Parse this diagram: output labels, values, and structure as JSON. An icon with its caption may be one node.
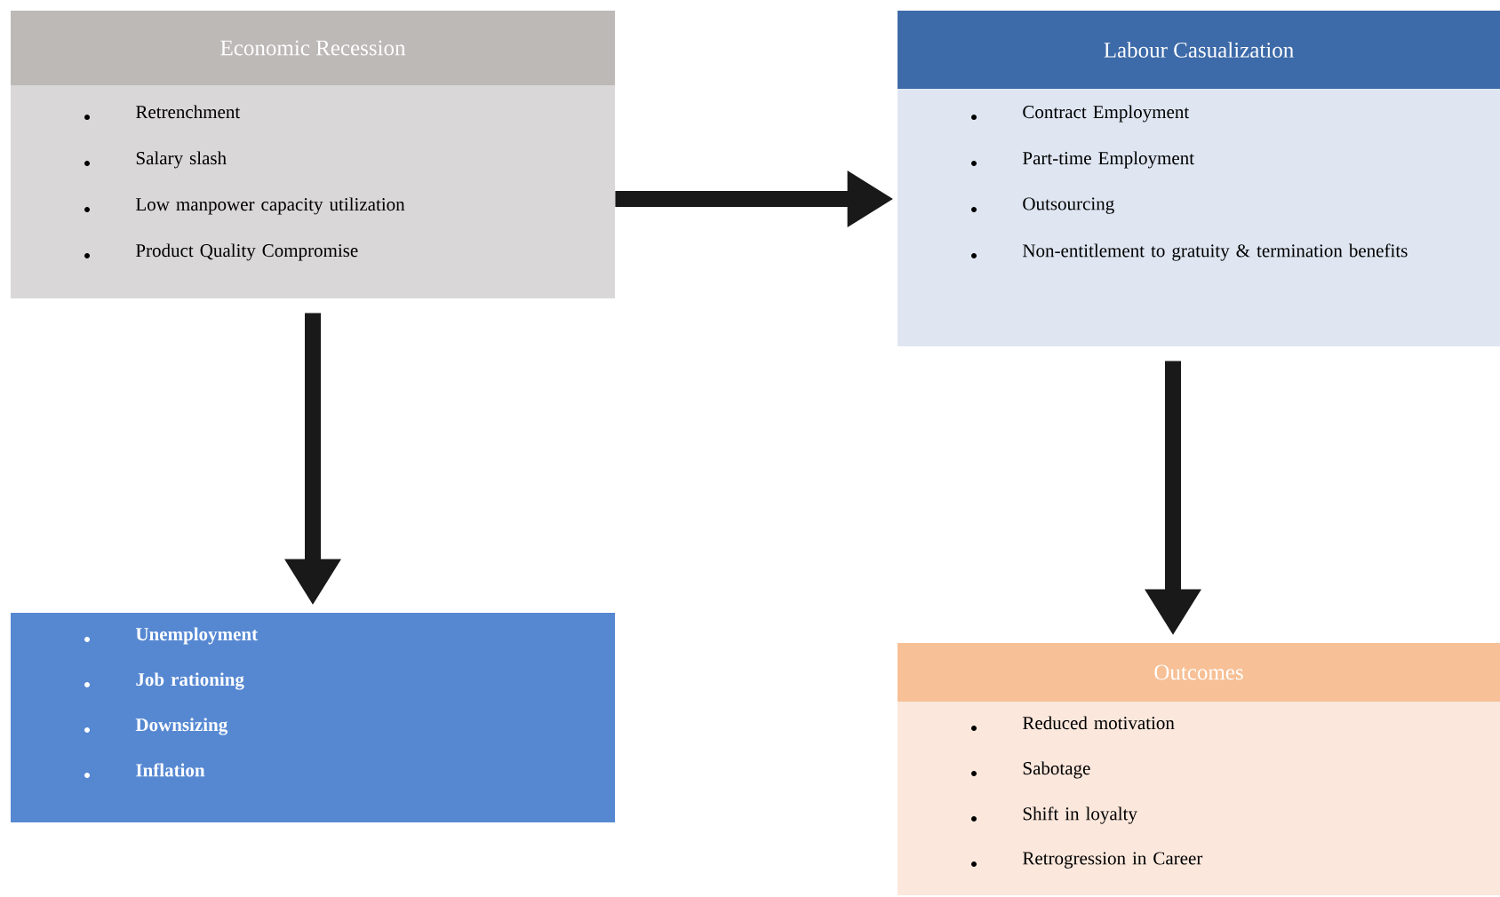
{
  "diagram": {
    "nodes": [
      {
        "text": [
          "Economic Recession",
          "Retrenchment",
          "Salary slash",
          "Low manpower capacity utilization",
          "Product Quality Compromise"
        ]
      },
      {
        "text": [
          "Labour Casualization",
          "Contract Employment",
          "Part-time Employment",
          "Outsourcing",
          "Non-entitlement to gratuity & termination benefits"
        ]
      },
      {
        "text": [
          "Unemployment",
          "Job rationing",
          "Downsizing",
          "Inflation"
        ]
      },
      {
        "text": [
          "Outcomes",
          "Reduced motivation",
          "Sabotage",
          "Shift in loyalty",
          "Retrogression in Career"
        ]
      }
    ],
    "edges": [
      {
        "from": 0,
        "to": 1,
        "arrow": "to"
      },
      {
        "from": 0,
        "to": 2,
        "arrow": "to"
      },
      {
        "from": 1,
        "to": 3,
        "arrow": "to"
      }
    ]
  }
}
